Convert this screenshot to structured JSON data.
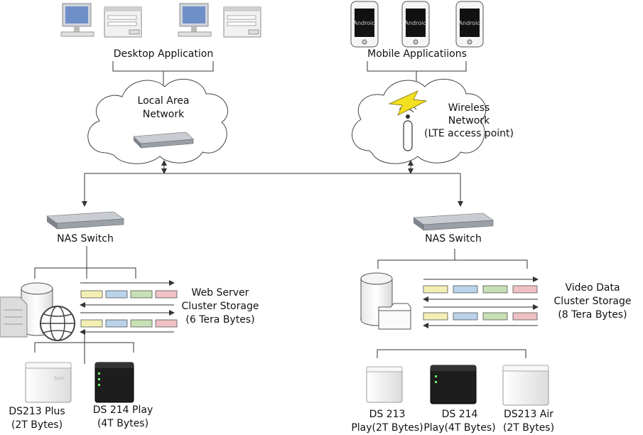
{
  "desktop_label": "Desktop Application",
  "mobile_label": "Mobile Applicatiions",
  "android_text": "Android",
  "lan_label_line1": "Local Area",
  "lan_label_line2": "Network",
  "wireless_line1": "Wireless",
  "wireless_line2": "Network",
  "wireless_line3": "(LTE access point)",
  "nas_switch_left": "NAS Switch",
  "nas_switch_right": "NAS Switch",
  "web_cluster_line1": "Web Server",
  "web_cluster_line2": "Cluster Storage",
  "web_cluster_line3": "(6 Tera Bytes)",
  "video_cluster_line1": "Video Data",
  "video_cluster_line2": "Cluster Storage",
  "video_cluster_line3": "(8 Tera Bytes)",
  "nas_devices_left": [
    {
      "line1": "DS213 Plus",
      "line2": "(2T Bytes)"
    },
    {
      "line1": "DS 214 Play",
      "line2": "(4T Bytes)"
    }
  ],
  "nas_devices_right": [
    {
      "line1": "DS 213",
      "line2": "Play(2T Bytes)"
    },
    {
      "line1": "DS 214",
      "line2": "Play(4T Bytes)"
    },
    {
      "line1": "DS213 Air",
      "line2": "(2T Bytes)"
    }
  ],
  "packet_colors": [
    "#f3efb4",
    "#b9d3ea",
    "#c7dfb4",
    "#efc1c4"
  ]
}
